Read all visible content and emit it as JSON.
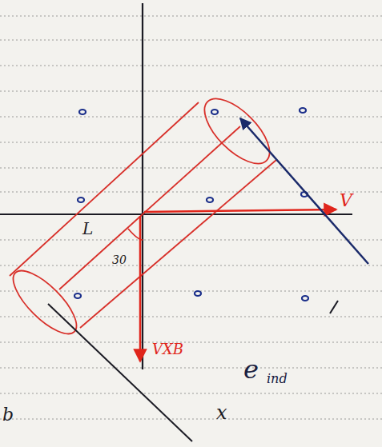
{
  "diagram": {
    "labels": [
      "L",
      "30",
      "V",
      "VXB",
      "e",
      "ind",
      "x",
      "b"
    ]
  }
}
